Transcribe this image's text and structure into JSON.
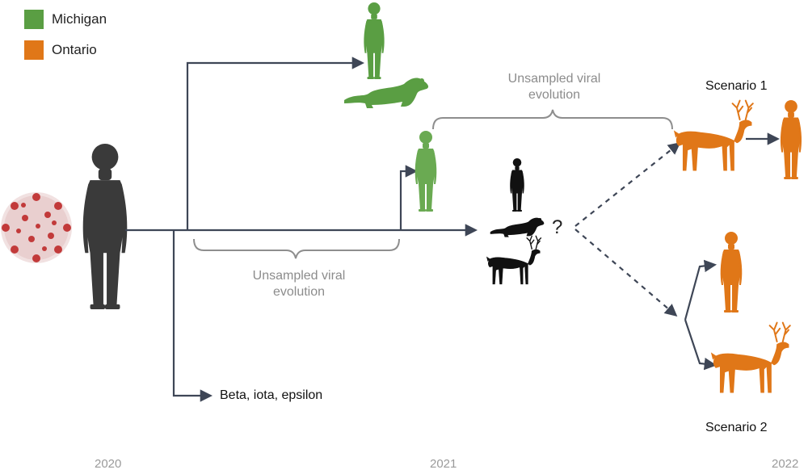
{
  "legend": {
    "michigan": {
      "label": "Michigan",
      "color": "#5a9e43"
    },
    "ontario": {
      "label": "Ontario",
      "color": "#e07718"
    }
  },
  "colors": {
    "line": "#3e4656",
    "brace": "#8e8e8e",
    "source": "#3a3a3a",
    "silhouette": "#111111",
    "virus": "#c23a3a"
  },
  "icons": [
    "virus-icon",
    "human-icon",
    "mink-icon",
    "deer-icon"
  ],
  "labels": {
    "unsampled_top": [
      "Unsampled viral",
      "evolution"
    ],
    "unsampled_bottom": [
      "Unsampled viral",
      "evolution"
    ],
    "lineages": "Beta, iota, epsilon",
    "unknown": "?",
    "scenario1": "Scenario 1",
    "scenario2": "Scenario 2"
  },
  "timeline": [
    "2020",
    "2021",
    "2022"
  ]
}
